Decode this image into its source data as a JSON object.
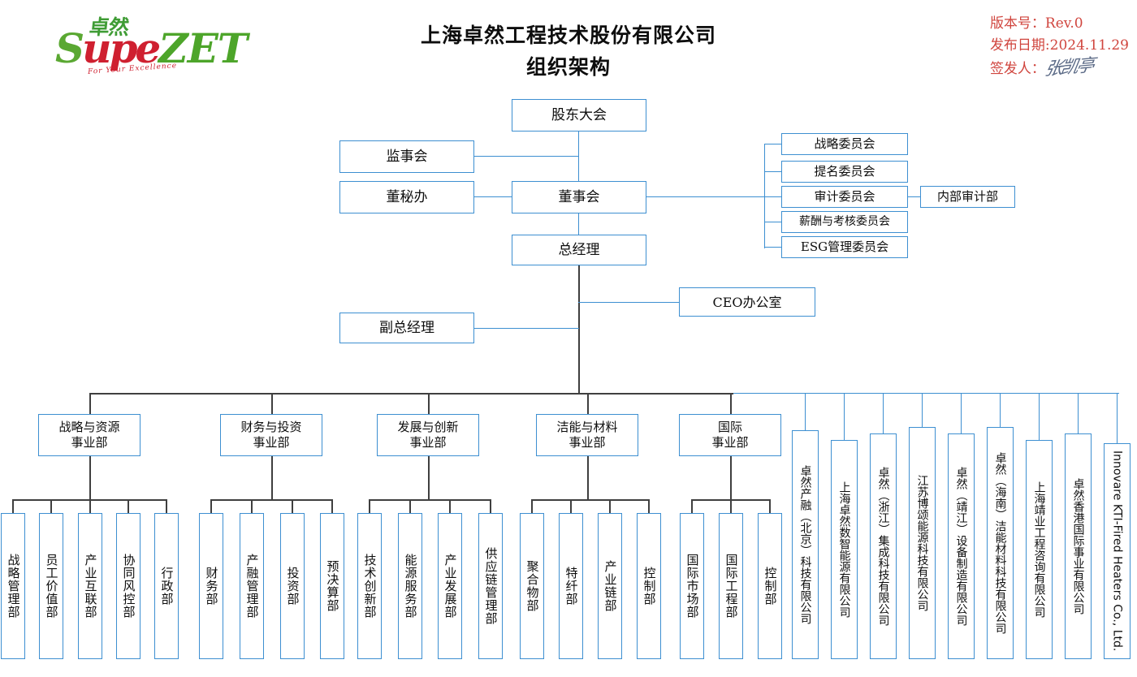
{
  "logo": {
    "kanji": "卓然",
    "word_s": "S",
    "word_upe": "upe",
    "word_zet": "ZET",
    "tagline": "For Your Excellence"
  },
  "header": {
    "title_line1": "上海卓然工程技术股份有限公司",
    "title_line2": "组织架构",
    "version_label": "版本号：Rev.0",
    "date_label": "发布日期:2024.11.29",
    "signer_label": "签发人：",
    "signature": "张凯亭",
    "meta_color": "#d0453e"
  },
  "chart": {
    "accent_color": "#3d8fd1",
    "connector_color": "#3f3f3f",
    "top": {
      "shareholders": "股东大会",
      "supervisors": "监事会",
      "board": "董事会",
      "secretary": "董秘办",
      "general_manager": "总经理",
      "deputy_general_manager": "副总经理",
      "ceo_office": "CEO办公室",
      "internal_audit": "内部审计部"
    },
    "committees": [
      "战略委员会",
      "提名委员会",
      "审计委员会",
      "薪酬与考核委员会",
      "ESG管理委员会"
    ],
    "divisions": [
      {
        "name_line1": "战略与资源",
        "name_line2": "事业部",
        "departments": [
          "战略管理部",
          "员工价值部",
          "产业互联部",
          "协同风控部",
          "行政部"
        ]
      },
      {
        "name_line1": "财务与投资",
        "name_line2": "事业部",
        "departments": [
          "财务部",
          "产融管理部",
          "投资部",
          "预决算部"
        ]
      },
      {
        "name_line1": "发展与创新",
        "name_line2": "事业部",
        "departments": [
          "技术创新部",
          "能源服务部",
          "产业发展部",
          "供应链管理部"
        ]
      },
      {
        "name_line1": "洁能与材料",
        "name_line2": "事业部",
        "departments": [
          "聚合物部",
          "特纤部",
          "产业链部",
          "控制部"
        ]
      },
      {
        "name_line1": "国际",
        "name_line2": "事业部",
        "departments": [
          "国际市场部",
          "国际工程部",
          "控制部"
        ]
      }
    ],
    "subsidiaries": [
      "卓然产融（北京）科技有限公司",
      "上海卓然数智能源有限公司",
      "卓然（浙江）集成科技有限公司",
      "江苏博颂能源科技有限公司",
      "卓然（靖江）设备制造有限公司",
      "卓然（海南）洁能材料科技有限公司",
      "上海靖业工程咨询有限公司",
      "卓然香港国际事业有限公司",
      "Innovare KTI-Fired Heaters Co., Ltd."
    ]
  }
}
